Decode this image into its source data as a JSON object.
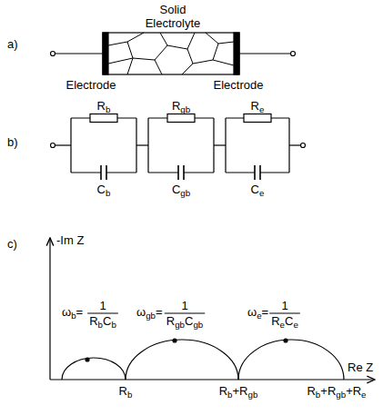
{
  "diagram": {
    "labels": [
      "a)",
      "Solid Electrolyte",
      "Electrode",
      "Electrode",
      "b)",
      "Rb",
      "Rgb",
      "Re",
      "Cb",
      "Cgb",
      "Ce",
      "c)",
      "-Im Z",
      "ωb=",
      "1",
      "RbCb",
      "ωgb=",
      "1",
      "RgbCgb",
      "ωe=",
      "1",
      "ReCe",
      "Rb",
      "Rb+Rgb",
      "Rb+Rgb+Re",
      "Re Z"
    ]
  }
}
